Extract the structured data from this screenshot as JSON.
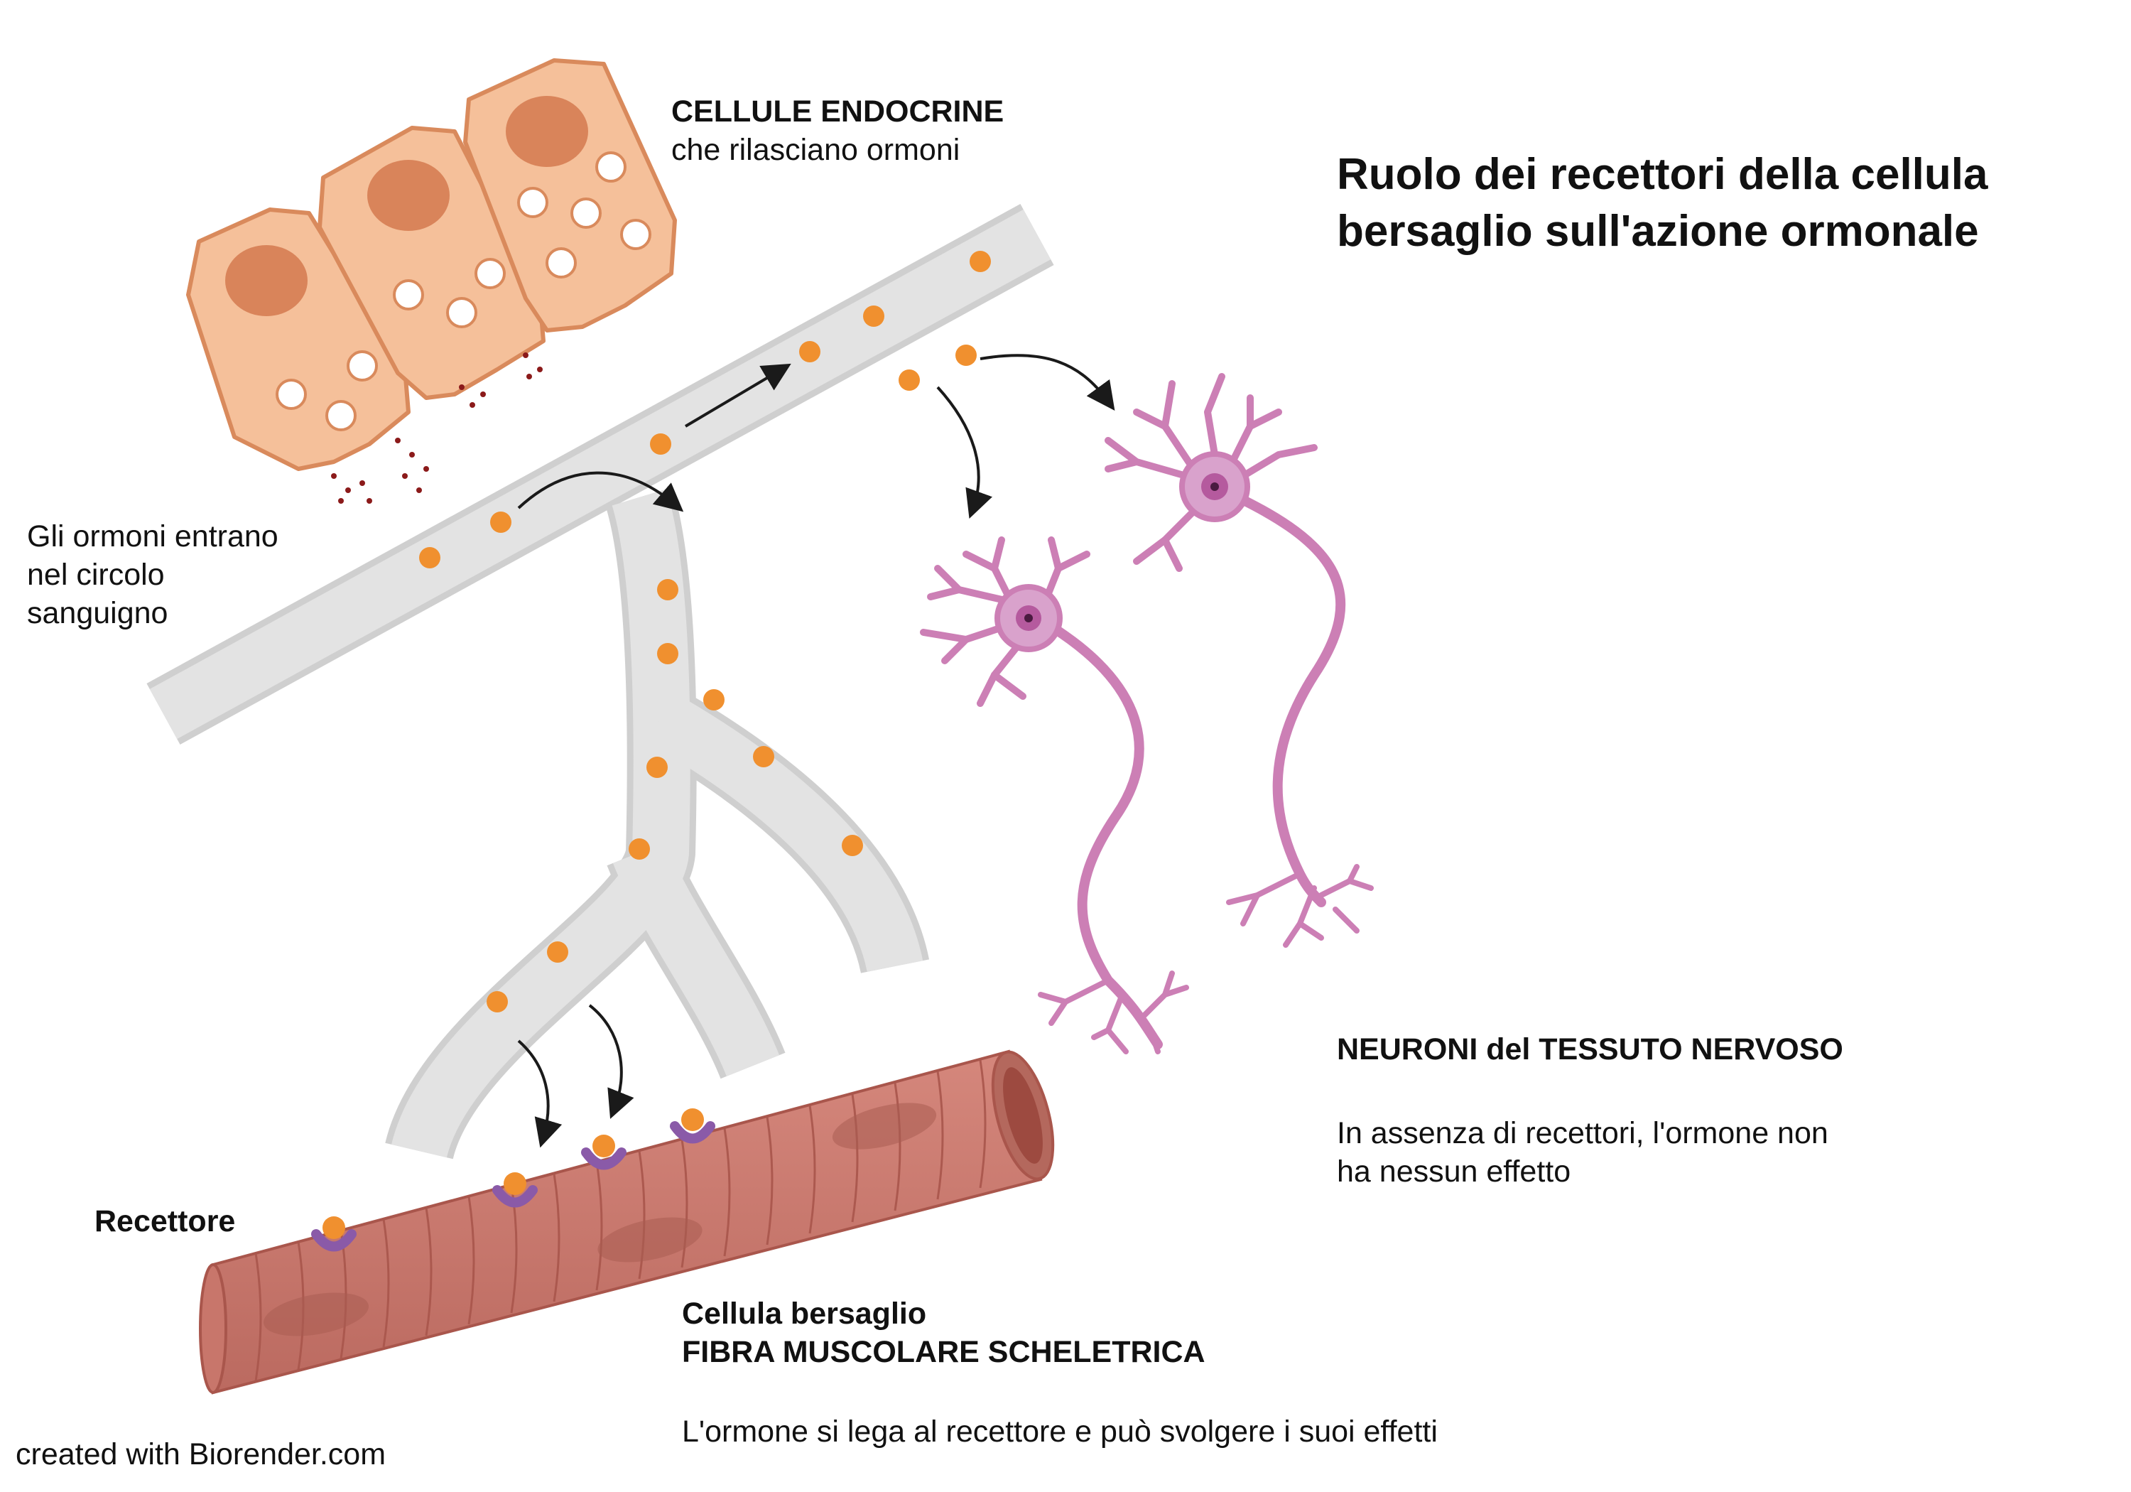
{
  "title": {
    "line1": "Ruolo dei recettori della cellula",
    "line2": "bersaglio sull'azione ormonale"
  },
  "endocrine": {
    "heading": "CELLULE ENDOCRINE",
    "subheading": "che rilasciano ormoni"
  },
  "bloodstream_label": {
    "line1": "Gli ormoni entrano",
    "line2": "nel circolo",
    "line3": "sanguigno"
  },
  "neurons": {
    "heading": "NEURONI del TESSUTO NERVOSO",
    "text_line1": "In assenza di recettori, l'ormone non",
    "text_line2": "ha nessun effetto"
  },
  "receptor_label": "Recettore",
  "target": {
    "heading_line1": "Cellula bersaglio",
    "heading_line2": "FIBRA MUSCOLARE SCHELETRICA",
    "text": "L'ormone si lega al recettore e può svolgere i suoi effetti"
  },
  "credit": "created with Biorender.com",
  "colors": {
    "endocrine_cell": "#f5c09a",
    "endocrine_outline": "#d98a5c",
    "nucleus": "#d9845a",
    "vessel": "#e0e0e0",
    "hormone": "#f0902f",
    "neuron": "#cc7fb5",
    "muscle": "#c8766b",
    "receptor": "#8a5aa8"
  }
}
